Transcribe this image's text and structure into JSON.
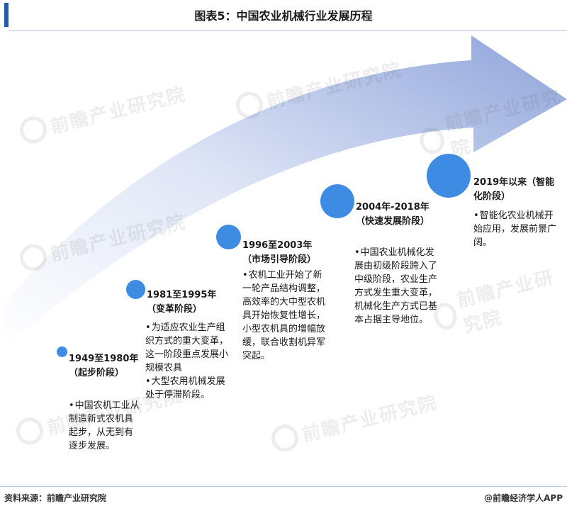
{
  "title": "图表5：中国农业机械行业发展历程",
  "watermark_text": "前瞻产业研究院",
  "colors": {
    "accent": "#1f5fa8",
    "dot": "#3d8be3",
    "arrow_light": "#eef2fb",
    "arrow_dark": "#8ea3da"
  },
  "stages": [
    {
      "title": "1949至1980年（起步阶段）",
      "items": [
        "中国农机工业从制造新式农机具起步，从无到有逐步发展。"
      ]
    },
    {
      "title": "1981至1995年（变革阶段）",
      "items": [
        "为适应农业生产组织方式的重大变革，这一阶段重点发展小规模农具",
        "大型农用机械发展处于停滞阶段。"
      ]
    },
    {
      "title": "1996至2003年（市场引导阶段）",
      "items": [
        "农机工业开始了新一轮产品结构调整，高效率的大中型农机具开始恢复性增长，小型农机具的增幅放缓，联合收割机异军突起。"
      ]
    },
    {
      "title": "2004年-2018年（快速发展阶段）",
      "items": [
        "中国农业机械化发展由初级阶段跨入了中级阶段，农业生产方式发生重大变革，机械化生产方式已基本占据主导地位。"
      ]
    },
    {
      "title": "2019年以来（智能化阶段）",
      "items": [
        "智能化农业机械开始应用，发展前景广阔。"
      ]
    }
  ],
  "footer": {
    "source": "资料来源：前瞻产业研究院",
    "brand": "@前瞻经济学人APP"
  }
}
